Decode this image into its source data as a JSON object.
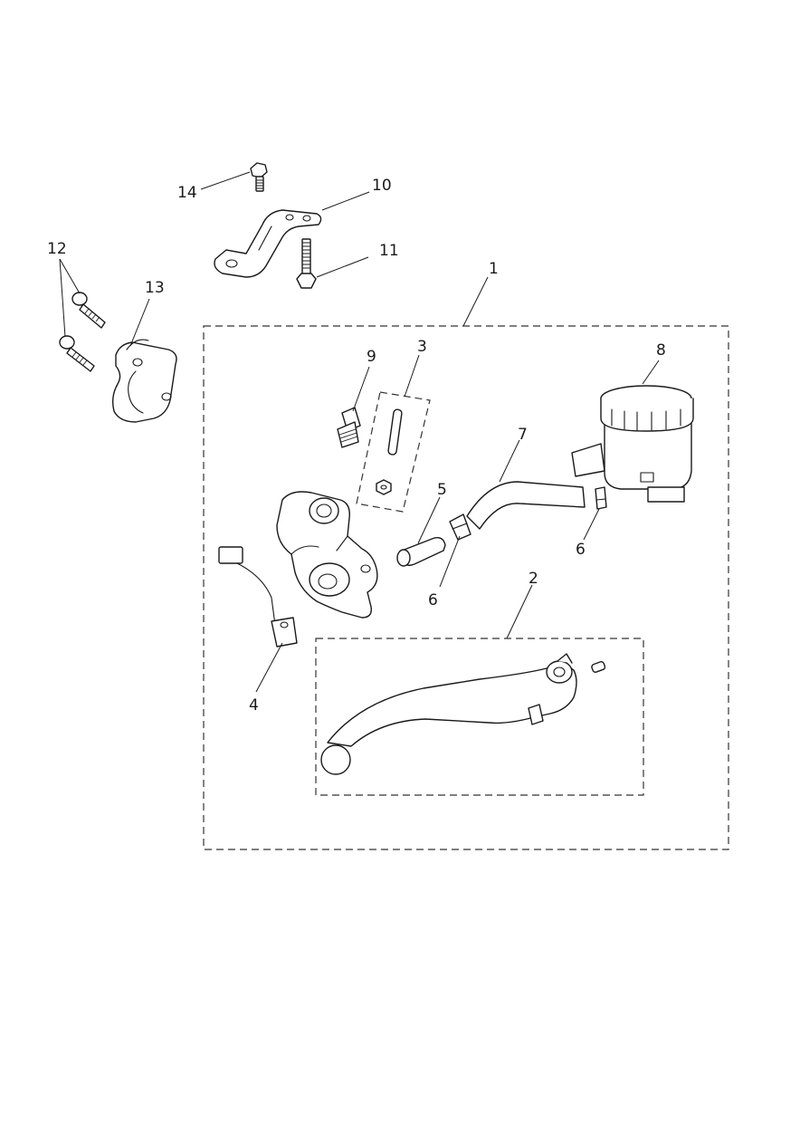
{
  "diagram": {
    "type": "exploded parts diagram",
    "callouts": {
      "c1": "1",
      "c2": "2",
      "c3": "3",
      "c4": "4",
      "c5": "5",
      "c6a": "6",
      "c6b": "6",
      "c7": "7",
      "c8": "8",
      "c9": "9",
      "c10": "10",
      "c11": "11",
      "c12": "12",
      "c13": "13",
      "c14": "14"
    },
    "colors": {
      "line": "#1a1a1a",
      "background": "#ffffff"
    }
  }
}
